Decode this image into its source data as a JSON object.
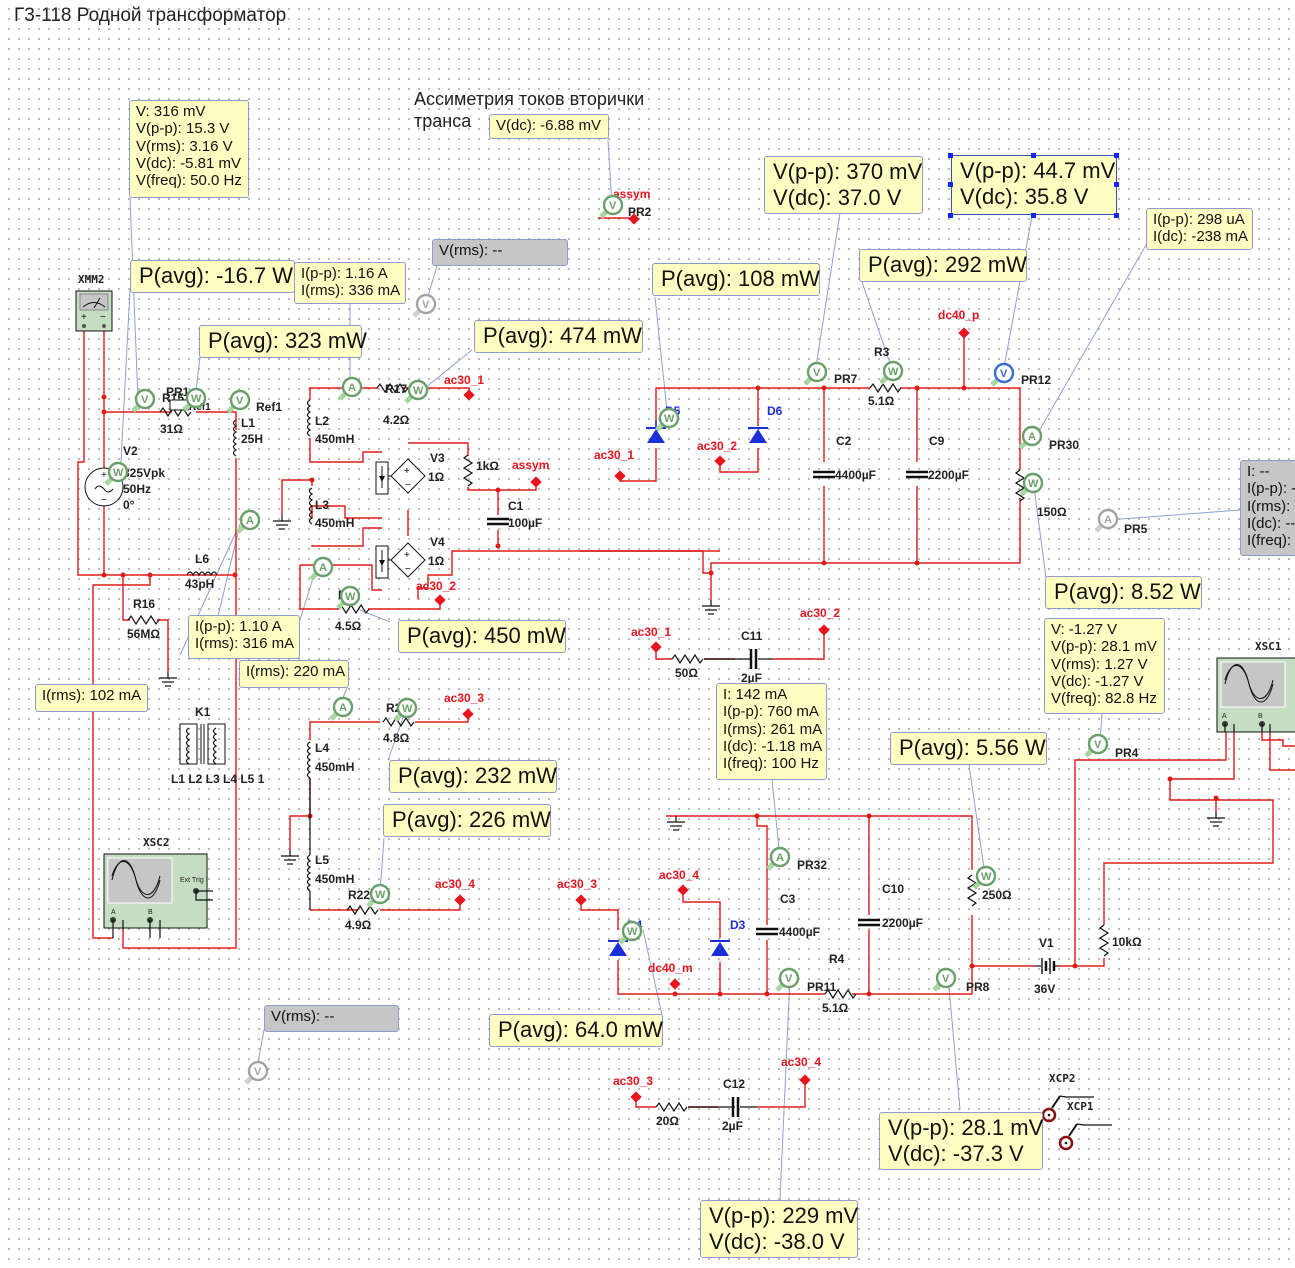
{
  "title": "Г3-118 Родной трансформатор",
  "note": [
    "Ассиметрия токов вторички",
    "транса"
  ],
  "colors": {
    "wire": "#e11a1a",
    "probe_box": "#ffffc4",
    "inactive_box": "#c6c6c6",
    "diode": "#1a2fd6",
    "net_label": "#e8141e"
  },
  "instruments": {
    "xmm2": "XMM2",
    "xsc1": "XSC1",
    "xsc2": "XSC2",
    "xsc_ext_trig": "Ext Trig",
    "xsc_a": "A",
    "xsc_b": "B",
    "xcp1": "XCP1",
    "xcp2": "XCP2",
    "k1": "K1",
    "k1_pins": "L1 L2 L3 L4 L5 1"
  },
  "components": {
    "v2": {
      "name": "V2",
      "amp": "325Vpk",
      "freq": "50Hz",
      "phase": "0°"
    },
    "r15": {
      "name": "R15",
      "value": "31Ω"
    },
    "pr1": "PR1",
    "ref1a": "Ref1",
    "ref1b": "Ref1",
    "l1": {
      "name": "L1",
      "value": "25H"
    },
    "l2": {
      "name": "L2",
      "value": "450mH"
    },
    "l3": {
      "name": "L3",
      "value": "450mH"
    },
    "l4": {
      "name": "L4",
      "value": "450mH"
    },
    "l5": {
      "name": "L5",
      "value": "450mH"
    },
    "l6": {
      "name": "L6",
      "value": "43pH"
    },
    "r16": {
      "name": "R16",
      "value": "56MΩ"
    },
    "r17": {
      "name": "R17",
      "value": "4.2Ω"
    },
    "r19": {
      "name": "R19",
      "value": "4.5Ω"
    },
    "r2": {
      "name": "R2",
      "value": "4.8Ω"
    },
    "r22": {
      "name": "R22",
      "value": "4.9Ω"
    },
    "v3": {
      "name": "V3",
      "value": "1Ω"
    },
    "v4": {
      "name": "V4",
      "value": "1Ω"
    },
    "r_1k": "1kΩ",
    "c1": {
      "name": "C1",
      "value": "100µF"
    },
    "d3": "D3",
    "d4": "D4",
    "d5": "D5",
    "d6": "D6",
    "c2": {
      "name": "C2",
      "value": "4400µF"
    },
    "c9": {
      "name": "C9",
      "value": "2200µF"
    },
    "c3": {
      "name": "C3",
      "value": "4400µF"
    },
    "c10": {
      "name": "C10",
      "value": "2200µF"
    },
    "r3": {
      "name": "R3",
      "value": "5.1Ω"
    },
    "r4": {
      "name": "R4",
      "value": "5.1Ω"
    },
    "r_150": "150Ω",
    "r_250": "250Ω",
    "r_10k": "10kΩ",
    "r_50": "50Ω",
    "r_20": "20Ω",
    "c11": {
      "name": "C11",
      "value": "2µF"
    },
    "c12": {
      "name": "C12",
      "value": "2µF"
    },
    "v1": {
      "name": "V1",
      "value": "36V"
    }
  },
  "probes": {
    "pr2": "PR2",
    "pr4": "PR4",
    "pr5": "PR5",
    "pr7": "PR7",
    "pr8": "PR8",
    "pr11": "PR11",
    "pr12": "PR12",
    "pr30": "PR30",
    "pr32": "PR32"
  },
  "nets": {
    "assym": "assym",
    "ac30_1": "ac30_1",
    "ac30_2": "ac30_2",
    "ac30_3": "ac30_3",
    "ac30_4": "ac30_4",
    "dc40_p": "dc40_p",
    "dc40_m": "dc40_m"
  },
  "readouts": {
    "v2_probe": "V: 316 mV\nV(p-p): 15.3 V\nV(rms): 3.16 V\nV(dc): -5.81 mV\nV(freq): 50.0 Hz",
    "assym_dc": "V(dc): -6.88 mV",
    "pr7": "V(p-p): 370 mV\nV(dc): 37.0 V",
    "pr12": "V(p-p): 44.7 mV\nV(dc): 35.8 V",
    "pr30": "I(p-p): 298 uA\nI(dc): -238 mA",
    "v2_power": "P(avg): -16.7 W",
    "l2_current": "I(p-p): 1.16 A\nI(rms): 336 mA",
    "unused_v_top": "V(rms): --",
    "r15_power": "P(avg): 323 mW",
    "r17_power": "P(avg): 474 mW",
    "d5_power": "P(avg): 108 mW",
    "r3_power": "P(avg): 292 mW",
    "pr5_current": "I: --\nI(p-p): --\nI(rms): --\nI(dc): --\nI(freq): --",
    "load150_power": "P(avg): 8.52 W",
    "pr4": "V: -1.27 V\nV(p-p): 28.1 mV\nV(rms): 1.27 V\nV(dc): -1.27 V\nV(freq): 82.8 Hz",
    "r19_power": "P(avg): 450 mW",
    "l1_current": "I(p-p): 1.10 A\nI(rms): 316 mA",
    "l4_current": "I(rms): 220 mA",
    "r16_current": "I(rms): 102 mA",
    "c3_current": "I: 142 mA\nI(p-p): 760 mA\nI(rms): 261 mA\nI(dc): -1.18 mA\nI(freq): 100 Hz",
    "r2_power": "P(avg): 232 mW",
    "r22_power": "P(avg): 226 mW",
    "load250_power": "P(avg): 5.56 W",
    "d4_power": "P(avg): 64.0 mW",
    "unused_v_bottom": "V(rms): --",
    "pr8": "V(p-p): 28.1 mV\nV(dc): -37.3 V",
    "pr11": "V(p-p): 229 mV\nV(dc): -38.0 V"
  }
}
